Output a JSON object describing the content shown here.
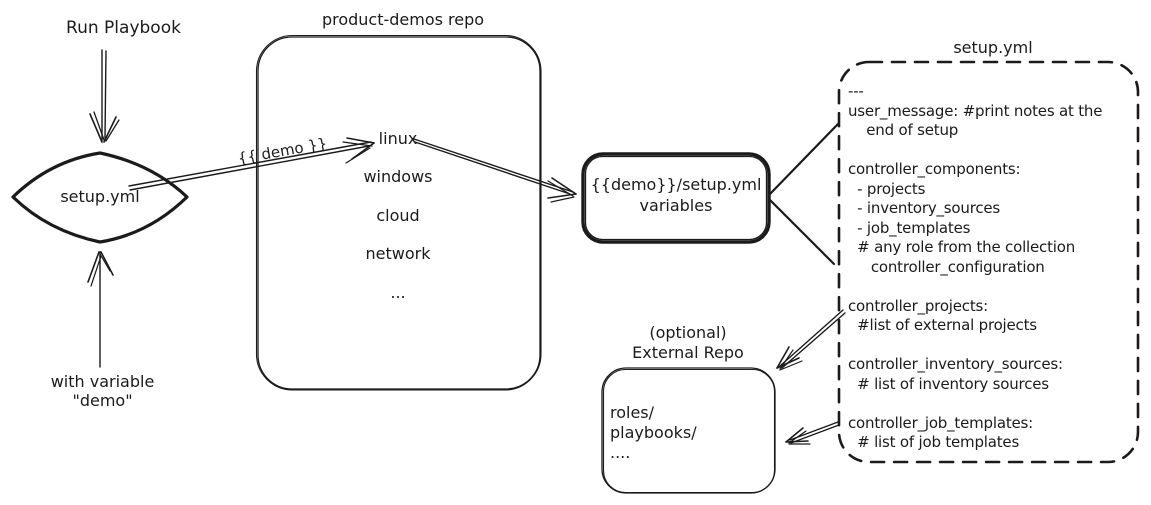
{
  "diagram": {
    "playbook_flow": {
      "run_label": "Run Playbook",
      "diamond_label": "setup.yml",
      "variable_note": [
        "with variable",
        "\"demo\""
      ],
      "arrow_label": "{{ demo }}"
    },
    "product_demos_repo": {
      "title": "product-demos repo",
      "items": [
        "linux",
        "windows",
        "cloud",
        "network",
        "..."
      ]
    },
    "variables_box": {
      "label": [
        "{{demo}}/setup.yml",
        "variables"
      ]
    },
    "setup_yml": {
      "title": "setup.yml",
      "lines": [
        "---",
        "user_message: #print notes at the",
        "    end of setup",
        "",
        "controller_components:",
        "  - projects",
        "  - inventory_sources",
        "  - job_templates",
        "  # any role from the collection",
        "     controller_configuration",
        "",
        "controller_projects:",
        "  #list of external projects",
        "",
        "controller_inventory_sources:",
        "  # list of inventory sources",
        "",
        "controller_job_templates:",
        "  # list of job templates"
      ]
    },
    "external_repo": {
      "label": [
        "(optional)",
        "External Repo"
      ],
      "contents": [
        "roles/",
        "playbooks/",
        "...."
      ]
    }
  }
}
